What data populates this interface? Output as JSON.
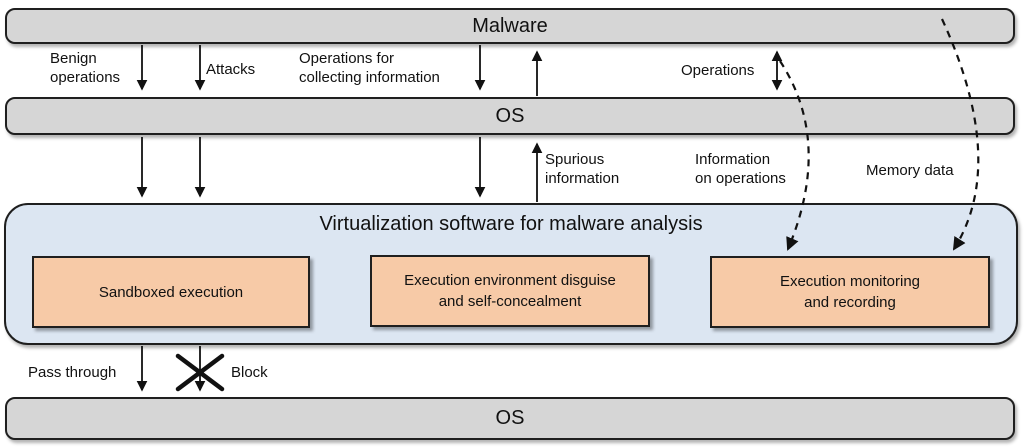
{
  "colors": {
    "bar_fill": "#d6d6d6",
    "container_fill": "#dce6f2",
    "module_fill": "#f7caa7",
    "border": "#1f1f1f"
  },
  "bars": {
    "malware": "Malware",
    "os_top": "OS",
    "os_bottom": "OS"
  },
  "virtualization": {
    "title": "Virtualization software for malware analysis",
    "modules": [
      {
        "lines": [
          "Sandboxed execution"
        ]
      },
      {
        "lines": [
          "Execution environment disguise",
          "and self-concealment"
        ]
      },
      {
        "lines": [
          "Execution monitoring",
          "and recording"
        ]
      }
    ]
  },
  "labels": {
    "benign_operations": [
      "Benign",
      "operations"
    ],
    "attacks": [
      "Attacks"
    ],
    "operations_for_collecting": [
      "Operations for",
      "collecting information"
    ],
    "operations": [
      "Operations"
    ],
    "spurious_information": [
      "Spurious",
      "information"
    ],
    "information_on_operations": [
      "Information",
      "on operations"
    ],
    "memory_data": [
      "Memory data"
    ],
    "pass_through": [
      "Pass through"
    ],
    "block": [
      "Block"
    ]
  }
}
